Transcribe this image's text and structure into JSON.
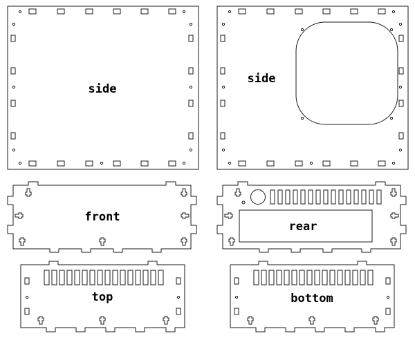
{
  "diagram": {
    "panels": [
      {
        "id": "side-left",
        "label": "side"
      },
      {
        "id": "side-right",
        "label": "side"
      },
      {
        "id": "front",
        "label": "front"
      },
      {
        "id": "rear",
        "label": "rear"
      },
      {
        "id": "top",
        "label": "top"
      },
      {
        "id": "bottom",
        "label": "bottom"
      }
    ]
  }
}
